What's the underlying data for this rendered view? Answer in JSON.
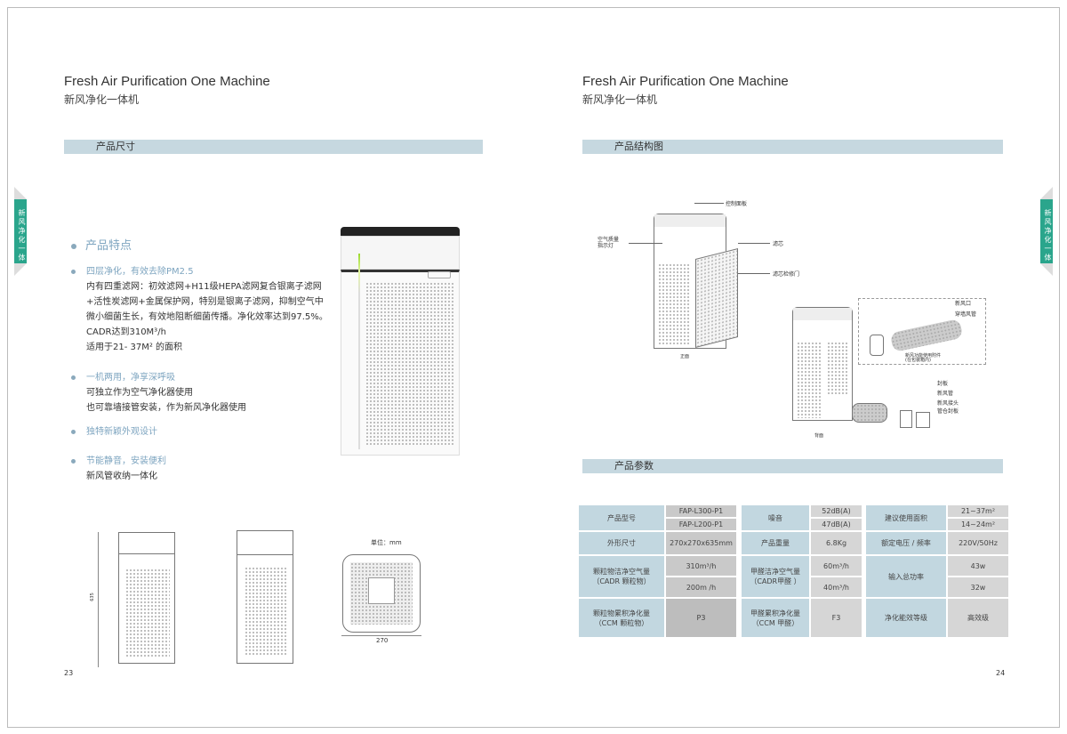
{
  "header": {
    "title_en": "Fresh Air Purification One Machine",
    "title_cn": "新风净化一体机"
  },
  "side_tab": "新风净化一体",
  "left": {
    "section": "产品尺寸",
    "features_title": "产品特点",
    "features": [
      {
        "head": "四层净化，有效去除PM2.5",
        "lines": [
          "内有四重滤网：初效滤网+H11级HEPA滤网复合银离子滤网",
          "+活性炭滤网+金属保护网，特别是银离子滤网，抑制空气中",
          "微小细菌生长，有效地阻断细菌传播。净化效率达到97.5%。",
          "CADR达到310M³/h",
          "适用于21- 37M² 的面积"
        ]
      },
      {
        "head": "一机两用，净享深呼吸",
        "lines": [
          "可独立作为空气净化器使用",
          "也可靠墙接管安装，作为新风净化器使用"
        ]
      },
      {
        "head": "独特新颖外观设计",
        "lines": []
      },
      {
        "head": "节能静音，安装便利",
        "lines": [
          "新风管收纳一体化"
        ]
      }
    ],
    "dim_height": "635",
    "dim_width": "270",
    "unit_label": "单位：mm",
    "page_number": "23"
  },
  "right": {
    "section_structure": "产品结构图",
    "structure_labels": {
      "control_panel": "控制面板",
      "air_quality": "空气质量\n指示灯",
      "filter": "滤芯",
      "filter_door": "滤芯检修门",
      "front": "正面",
      "fresh_inlet": "新风口",
      "wall_duct": "穿墙风管",
      "accessory_note": "新风功能使用附件\n(在包装箱内)",
      "seal_plate": "封板",
      "fresh_pipe": "新风管",
      "fresh_joint": "新风接头",
      "pipe_cover": "管仓封板",
      "back": "背面"
    },
    "section_params": "产品参数",
    "params": {
      "model_label": "产品型号",
      "models": [
        "FAP-L300-P1",
        "FAP-L200-P1"
      ],
      "size_label": "外形尺寸",
      "size": "270x270x635mm",
      "cadr_p_label": [
        "颗粒物洁净空气量",
        "（CADR 颗粒物）"
      ],
      "cadr_p": [
        "310m³/h",
        "200m /h"
      ],
      "ccm_p_label": [
        "颗粒物累积净化量",
        "（CCM 颗粒物）"
      ],
      "ccm_p": "P3",
      "noise_label": "噪音",
      "noise": [
        "52dB(A)",
        "47dB(A)"
      ],
      "weight_label": "产品重量",
      "weight": "6.8Kg",
      "cadr_f_label": [
        "甲醛洁净空气量",
        "（CADR甲醛 ）"
      ],
      "cadr_f": [
        "60m³/h",
        "40m³/h"
      ],
      "ccm_f_label": [
        "甲醛累积净化量",
        "（CCM 甲醛）"
      ],
      "ccm_f": "F3",
      "area_label": "建议使用面积",
      "area": [
        "21~37m²",
        "14~24m²"
      ],
      "voltage_label": "额定电压 / 频率",
      "voltage": "220V/50Hz",
      "power_label": "输入总功率",
      "power": [
        "43w",
        "32w"
      ],
      "grade_label": "净化能效等级",
      "grade": "高效级"
    },
    "page_number": "24"
  },
  "colors": {
    "accent": "#2aa58c",
    "bar": "#c6d8e0",
    "feature_head": "#7ea5c0"
  }
}
